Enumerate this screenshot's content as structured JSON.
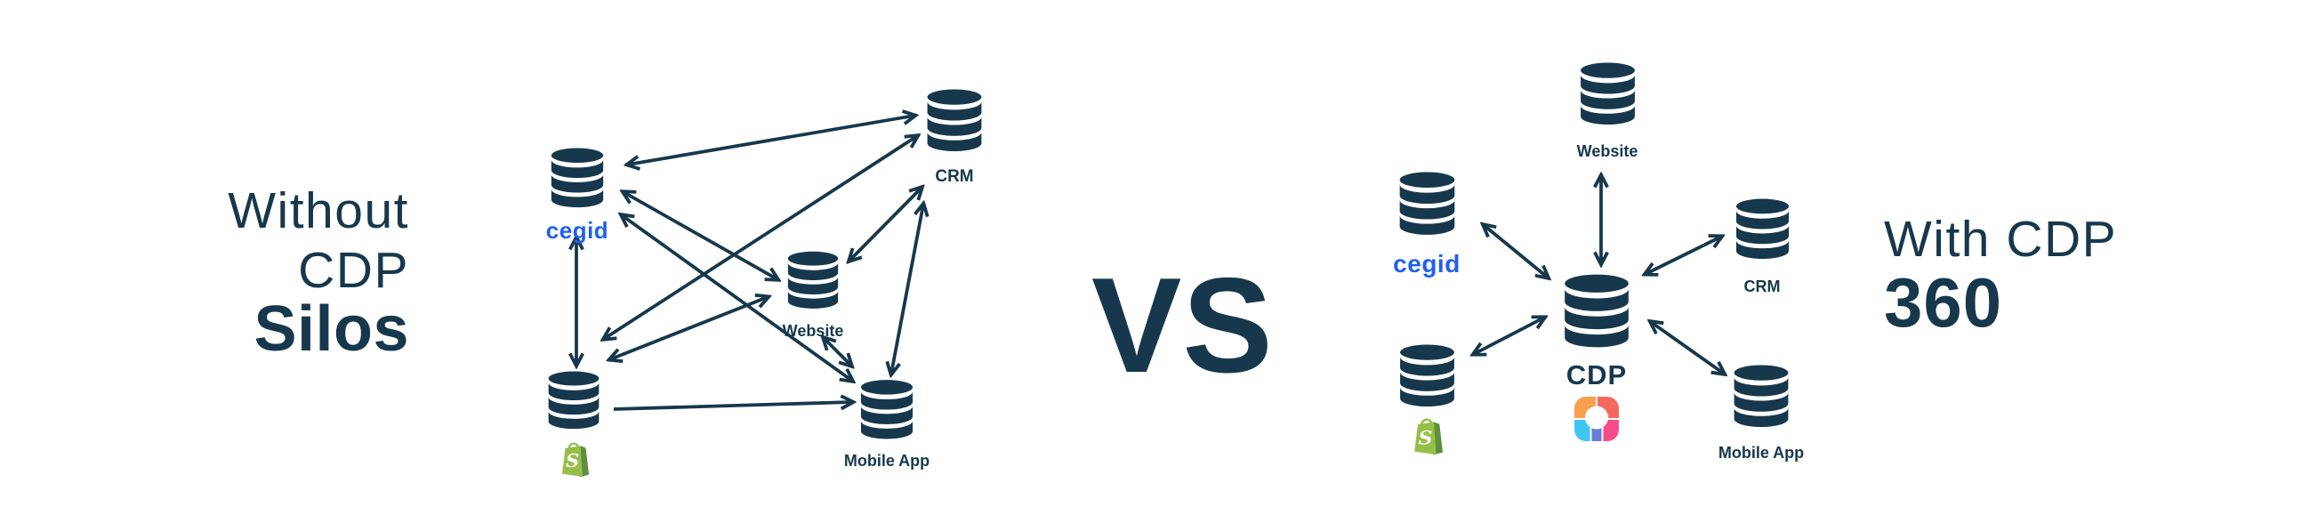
{
  "left_panel": {
    "heading_line1": "Without",
    "heading_line2": "CDP",
    "heading_emphasis": "Silos",
    "nodes": {
      "cegid": {
        "label": "cegid"
      },
      "crm": {
        "label": "CRM"
      },
      "website": {
        "label": "Website"
      },
      "mobile_app": {
        "label": "Mobile App"
      }
    }
  },
  "divider": {
    "vs_label": "VS"
  },
  "right_panel": {
    "heading_line1": "With CDP",
    "heading_emphasis": "360",
    "hub": {
      "label": "CDP"
    },
    "nodes": {
      "website": {
        "label": "Website"
      },
      "cegid": {
        "label": "cegid"
      },
      "crm": {
        "label": "CRM"
      },
      "mobile_app": {
        "label": "Mobile App"
      }
    }
  },
  "icons": {
    "database": "database-cylinder-icon",
    "shopify": "shopify-bag-icon",
    "cdp_logo": "cdp-app-logo-icon"
  },
  "colors": {
    "navy": "#17384C",
    "cegid_blue": "#2160EF",
    "shopify_green": "#95BF47",
    "shopify_green_dark": "#5E8E3E",
    "cdp_logo_orange": "#F9A050",
    "cdp_logo_coral": "#F6695F",
    "cdp_logo_cyan": "#3FC6F2",
    "cdp_logo_purple": "#6F7BD9",
    "cdp_logo_pink": "#F74C8B"
  }
}
